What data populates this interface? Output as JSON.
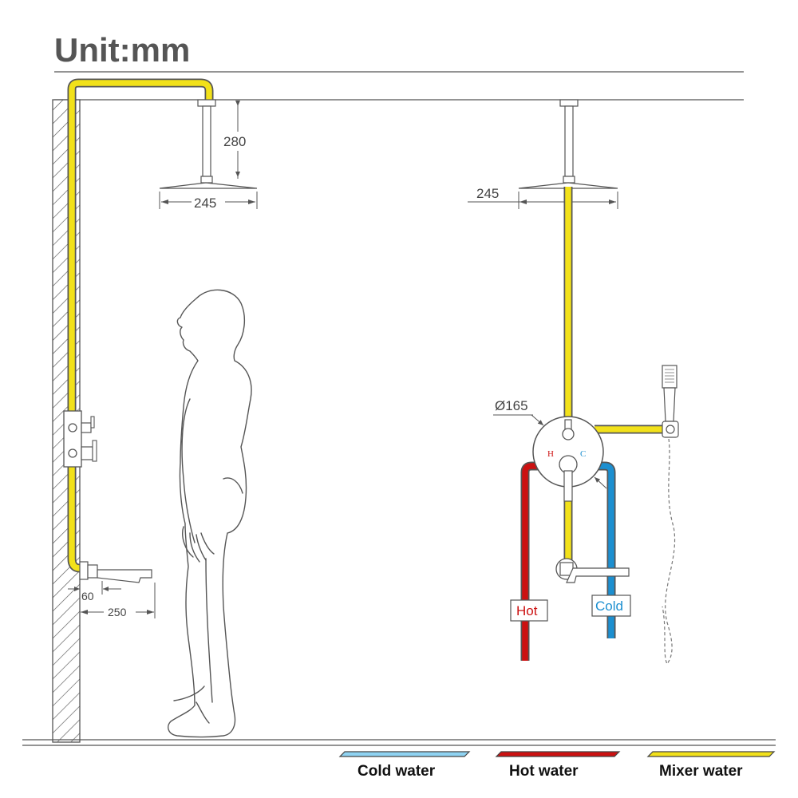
{
  "title": "Unit:mm",
  "dimensions": {
    "arm_height_left": "280",
    "head_width_left": "245",
    "head_width_right": "245",
    "valve_diameter": "Ø165",
    "spout_depth": "60",
    "spout_length": "250"
  },
  "valve": {
    "hot_mark": "H",
    "cold_mark": "C"
  },
  "tags": {
    "hot": "Hot",
    "cold": "Cold"
  },
  "legend": [
    {
      "label": "Cold water",
      "color": "#8fd3f2"
    },
    {
      "label": "Hot water",
      "color": "#cc1111"
    },
    {
      "label": "Mixer water",
      "color": "#f2e11a"
    }
  ],
  "colors": {
    "mixer": "#f2e11a",
    "hot": "#cc1111",
    "cold": "#1c8fd0",
    "line": "#555555"
  }
}
